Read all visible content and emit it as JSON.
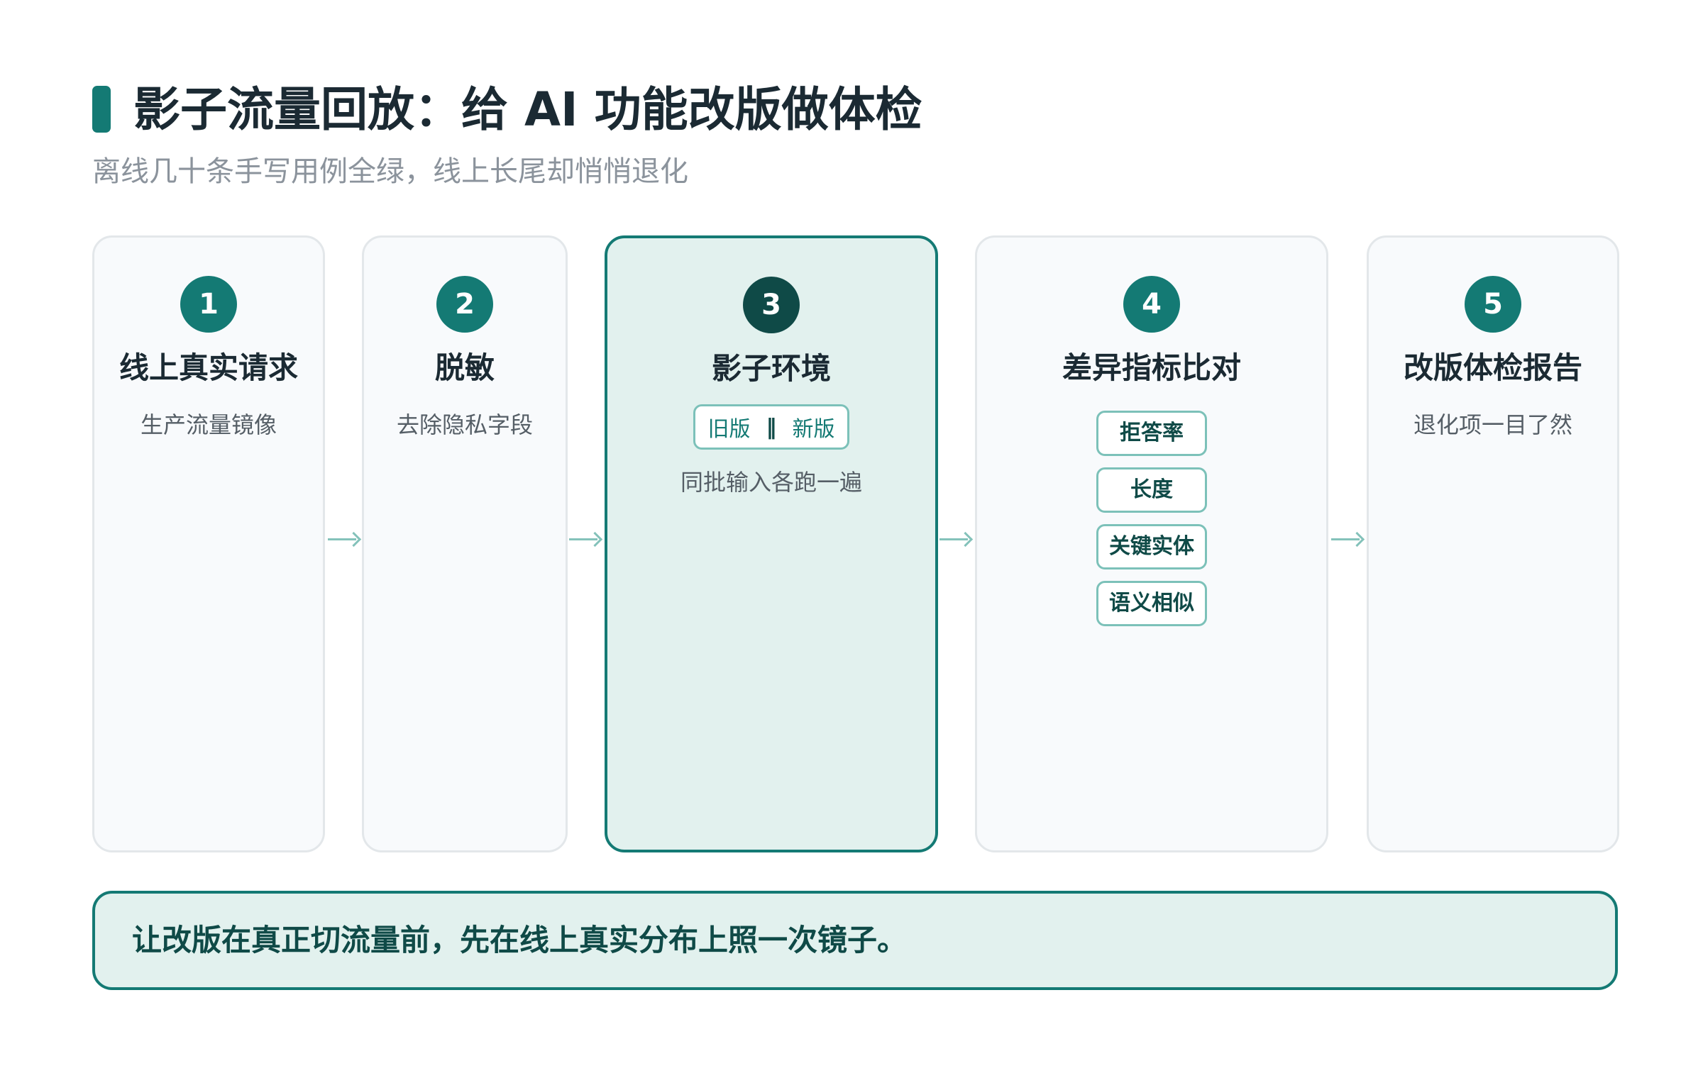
{
  "header": {
    "title": "影子流量回放：给 AI 功能改版做体检",
    "subtitle": "离线几十条手写用例全绿，线上长尾却悄悄退化"
  },
  "steps": [
    {
      "number": "1",
      "title": "线上真实请求",
      "desc": "生产流量镜像"
    },
    {
      "number": "2",
      "title": "脱敏",
      "desc": "去除隐私字段"
    },
    {
      "number": "3",
      "title": "影子环境",
      "desc": "同批输入各跑一遍",
      "versions": {
        "old": "旧版",
        "separator": "‖",
        "new": "新版"
      }
    },
    {
      "number": "4",
      "title": "差异指标比对",
      "metrics": [
        "拒答率",
        "长度",
        "关键实体",
        "语义相似"
      ]
    },
    {
      "number": "5",
      "title": "改版体检报告",
      "desc": "退化项一目了然"
    }
  ],
  "note": {
    "text": "让改版在真正切流量前，先在线上真实分布上照一次镜子。"
  },
  "colors": {
    "accent": "#147a74",
    "accent_dark": "#0f4a47",
    "active_bg": "#e2f1ee",
    "arrow": "#84c2ba"
  }
}
